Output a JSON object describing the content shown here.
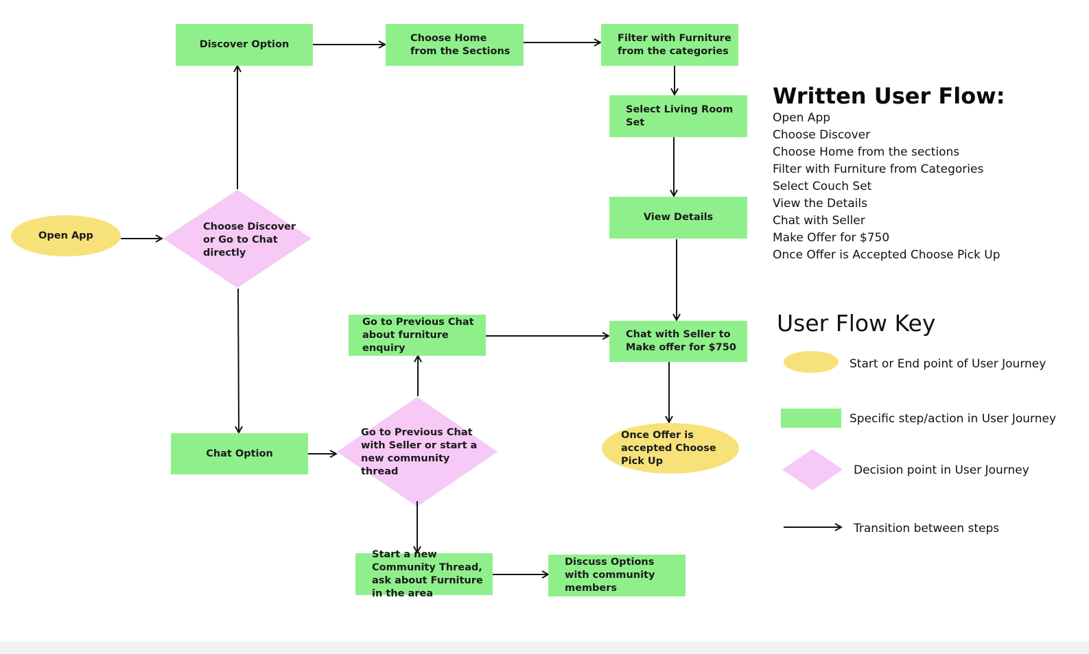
{
  "flowchart": {
    "nodes": {
      "open_app": "Open App",
      "choose_decision": "Choose Discover or Go to Chat directly",
      "discover_option": "Discover Option",
      "choose_home": "Choose Home from the Sections",
      "filter_furniture": "Filter with Furniture from the categories",
      "select_living_room": "Select Living Room Set",
      "view_details": "View Details",
      "chat_seller_offer": "Chat with Seller to Make offer for $750",
      "pick_up": "Once Offer is accepted Choose Pick Up",
      "previous_chat": "Go to Previous Chat about furniture enquiry",
      "chat_option": "Chat Option",
      "chat_decision": "Go to Previous Chat with Seller or start a new community thread",
      "new_thread": "Start a new Community Thread, ask about Furniture in the area",
      "discuss_options": "Discuss Options with community members"
    },
    "edges": [
      [
        "open_app",
        "choose_decision"
      ],
      [
        "choose_decision",
        "discover_option"
      ],
      [
        "choose_decision",
        "chat_option"
      ],
      [
        "discover_option",
        "choose_home"
      ],
      [
        "choose_home",
        "filter_furniture"
      ],
      [
        "filter_furniture",
        "select_living_room"
      ],
      [
        "select_living_room",
        "view_details"
      ],
      [
        "view_details",
        "chat_seller_offer"
      ],
      [
        "chat_seller_offer",
        "pick_up"
      ],
      [
        "chat_option",
        "chat_decision"
      ],
      [
        "chat_decision",
        "previous_chat"
      ],
      [
        "previous_chat",
        "chat_seller_offer"
      ],
      [
        "chat_decision",
        "new_thread"
      ],
      [
        "new_thread",
        "discuss_options"
      ]
    ]
  },
  "written_flow": {
    "title": "Written User Flow:",
    "steps": [
      "Open App",
      "Choose Discover",
      "Choose Home from the sections",
      "Filter with Furniture from Categories",
      "Select Couch Set",
      "View the Details",
      "Chat with Seller",
      "Make Offer for $750",
      "Once Offer is Accepted Choose Pick Up"
    ]
  },
  "key": {
    "title": "User Flow Key",
    "items": [
      {
        "shape": "oval",
        "label": "Start or End point of User Journey"
      },
      {
        "shape": "rectangle",
        "label": "Specific step/action in User Journey"
      },
      {
        "shape": "diamond",
        "label": "Decision point in User Journey"
      },
      {
        "shape": "arrow",
        "label": "Transition between steps"
      }
    ]
  },
  "colors": {
    "step_green": "#8ff08b",
    "start_end_yellow": "#f7e27a",
    "decision_pink": "#f6c9f6",
    "arrow_black": "#111111"
  }
}
